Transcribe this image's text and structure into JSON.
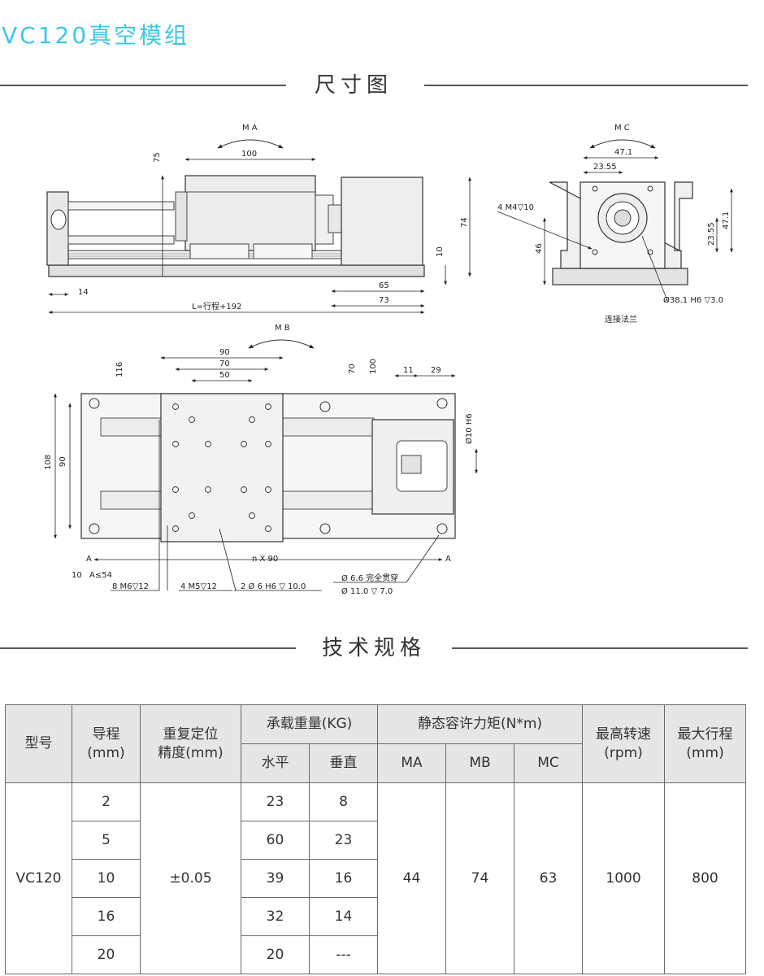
{
  "title": "VC120真空模组",
  "headings": {
    "dimensions": "尺寸图",
    "specs": "技术规格"
  },
  "drawings": {
    "side_view": {
      "moment_label": "M A",
      "dims": {
        "carriage_width": "100",
        "carriage_height": "75",
        "total_height": "74",
        "base_thickness": "10",
        "end_offset": "14",
        "motor_offset": "65",
        "motor_length": "73",
        "total_length": "L=行程+192"
      }
    },
    "end_view": {
      "moment_label": "M C",
      "dims": {
        "width": "47.1",
        "half_width": "23.55",
        "height": "47.1",
        "half_height": "23.55",
        "center_height": "46"
      },
      "callouts": {
        "holes": "4   M4▽10",
        "flange_bore": "Ø38.1 H6 ▽3.0"
      },
      "caption": "连接法兰"
    },
    "top_view": {
      "moment_label": "M B",
      "dims": {
        "w90": "90",
        "w70": "70",
        "w50": "50",
        "h116": "116",
        "h70": "70",
        "h100": "100",
        "d11": "11",
        "d29": "29",
        "shaft": "Ø10 H6",
        "h108": "108",
        "h90": "90",
        "pitch": "n X 90",
        "section_left": "A",
        "section_right": "A",
        "end_spacing": "10",
        "a_limit": "A≤54"
      },
      "callouts": {
        "m6": "8   M6▽12",
        "m5": "4   M5▽12",
        "pin": "2   Ø 6  H6 ▽ 10.0",
        "thru": "Ø 6.6 完全贯穿",
        "cbore": "Ø 11.0 ▽ 7.0"
      }
    }
  },
  "spec_table": {
    "headers": {
      "model": "型号",
      "lead": "导程\n(mm)",
      "repeatability": "重复定位\n精度(mm)",
      "load": "承载重量(KG)",
      "load_horizontal": "水平",
      "load_vertical": "垂直",
      "moment": "静态容许力矩(N*m)",
      "ma": "MA",
      "mb": "MB",
      "mc": "MC",
      "speed": "最高转速\n(rpm)",
      "stroke": "最大行程\n(mm)"
    },
    "model": "VC120",
    "repeatability": "±0.05",
    "ma": "44",
    "mb": "74",
    "mc": "63",
    "max_speed": "1000",
    "max_stroke": "800",
    "rows": [
      {
        "lead": "2",
        "horizontal": "23",
        "vertical": "8"
      },
      {
        "lead": "5",
        "horizontal": "60",
        "vertical": "23"
      },
      {
        "lead": "10",
        "horizontal": "39",
        "vertical": "16"
      },
      {
        "lead": "16",
        "horizontal": "32",
        "vertical": "14"
      },
      {
        "lead": "20",
        "horizontal": "20",
        "vertical": "---"
      }
    ]
  }
}
